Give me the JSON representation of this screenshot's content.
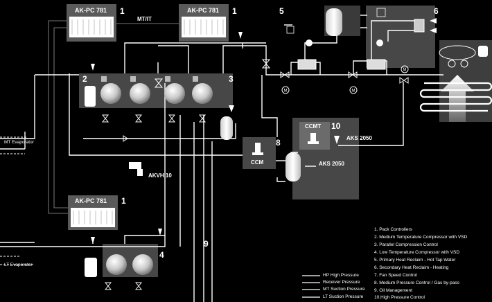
{
  "controllers": {
    "mt_left": "AK-PC 781",
    "mt_right": "AK-PC 781",
    "lt": "AK-PC 781",
    "mt_it_label": "MT/IT"
  },
  "numbers": {
    "n1_a": "1",
    "n1_b": "1",
    "n1_c": "1",
    "n2": "2",
    "n3": "3",
    "n4": "4",
    "n5": "5",
    "n6": "6",
    "n8": "8",
    "n9": "9",
    "n10": "10"
  },
  "devices": {
    "ccm": "CCM",
    "ccmt": "CCMT",
    "aks_upper": "AKS 2050",
    "aks_lower": "AKS 2050",
    "akvh": "AKVH 10"
  },
  "evaporators": {
    "mt": "MT Evaporator",
    "lt": "LT Evaporator"
  },
  "captions": [
    "1. Pack Controllers",
    "2. Medium Temperature Compressor with VSD",
    "3. Parallel Compression Control",
    "4. Low Temperature Compressor with VSD",
    "5. Primary Heat Reclaim - Hot Tap Water",
    "6. Secondary Heat Reclaim - Heating",
    "7. Fan Speed Control",
    "8. Medium Pressure Control / Gas by-pass",
    "9. Oil Management",
    "10.High Pressure Control"
  ],
  "legend": [
    "HP High Pressure",
    "Receiver Pressure",
    "MT Suction Pressure",
    "LT Suction Pressure"
  ],
  "colors": {
    "background": "#000000",
    "line": "#ffffff",
    "panel": "#4a4a4a",
    "panel_dark": "#3a3a3a",
    "ccmt_panel": "#6b6b6b"
  }
}
